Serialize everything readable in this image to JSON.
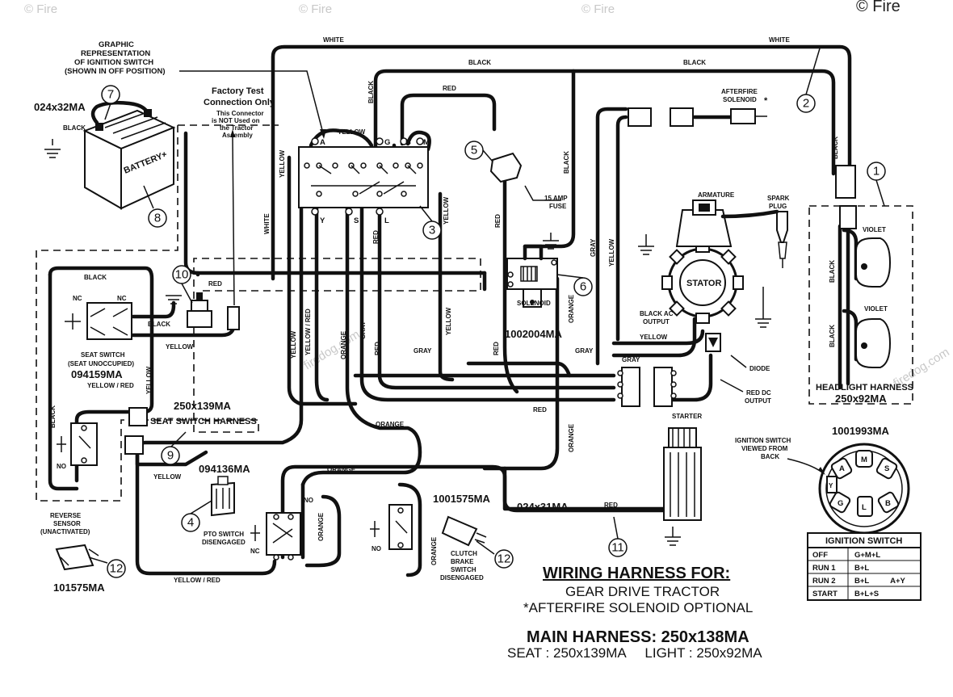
{
  "watermarks": {
    "w1": "© Fire",
    "w2": "© Fire",
    "w3": "© Fire",
    "copyright": "© Fire",
    "site1": "firedog.com",
    "site2": "firedog.com"
  },
  "title": {
    "heading": "WIRING HARNESS FOR:",
    "line1": "GEAR DRIVE TRACTOR",
    "line2": "*AFTERFIRE SOLENOID OPTIONAL",
    "main": "MAIN HARNESS: 250x138MA",
    "sub": "SEAT : 250x139MA     LIGHT : 250x92MA"
  },
  "callouts": {
    "c1": "1",
    "c2": "2",
    "c3": "3",
    "c4": "4",
    "c5": "5",
    "c6": "6",
    "c7": "7",
    "c8": "8",
    "c9": "9",
    "c10": "10",
    "c11": "11",
    "c12a": "12",
    "c12b": "12"
  },
  "parts": {
    "battery_pn": "024x32MA",
    "battery_label": "BATTERY",
    "solenoid_pn": "1002004MA",
    "solenoid_label": "SOLENOID",
    "seat_switch_pn": "094159MA",
    "seat_harness_pn": "250x139MA",
    "seat_harness_label": "SEAT SWITCH HARNESS",
    "pto_pn": "094136MA",
    "clutch_pn": "1001575MA",
    "reverse_pn": "101575MA",
    "cable_pn": "024x31MA",
    "headlight_pn": "250x92MA",
    "headlight_label": "HEADLIGHT HARNESS",
    "ignition_pn": "1001993MA"
  },
  "notes": {
    "graphic1": "GRAPHIC",
    "graphic2": "REPRESENTATION",
    "graphic3": "OF IGNITION SWITCH",
    "graphic4": "(SHOWN IN OFF POSITION)",
    "factory1": "Factory Test",
    "factory2": "Connection Only",
    "factory3": "This Connector",
    "factory4": "is NOT Used on",
    "factory5": "the Tractor",
    "factory6": "Assembly",
    "afterfire1": "AFTERFIRE",
    "afterfire2": "SOLENOID",
    "afterfire_star": "*",
    "fuse1": "15 AMP",
    "fuse2": "FUSE",
    "armature": "ARMATURE",
    "spark1": "SPARK",
    "spark2": "PLUG",
    "stator": "STATOR",
    "blackac1": "BLACK AC",
    "blackac2": "OUTPUT",
    "diode": "DIODE",
    "reddc1": "RED DC",
    "reddc2": "OUTPUT",
    "starter": "STARTER",
    "seat_sw1": "SEAT SWITCH",
    "seat_sw2": "(SEAT UNOCCUPIED)",
    "reverse1": "REVERSE",
    "reverse2": "SENSOR",
    "reverse3": "(UNACTIVATED)",
    "pto1": "PTO SWITCH",
    "pto2": "DISENGAGED",
    "clutch1": "CLUTCH",
    "clutch2": "BRAKE",
    "clutch3": "SWITCH",
    "clutch4": "DISENGAGED",
    "ign_view1": "IGNITION SWITCH",
    "ign_view2": "VIEWED FROM",
    "ign_view3": "BACK"
  },
  "ign_terminals": {
    "a": "A",
    "m": "M",
    "s": "S",
    "g": "G",
    "l": "L",
    "b": "B",
    "y": "Y"
  },
  "ign_sw_terms": {
    "a": "A",
    "g": "G",
    "b": "B",
    "m": "M",
    "y": "Y",
    "s": "S",
    "l": "L"
  },
  "switch_contacts": {
    "nc1": "NC",
    "nc2": "NC",
    "no_seat": "NO",
    "no_pto": "NO",
    "nc_pto": "NC",
    "no_clutch": "NO"
  },
  "wires": {
    "white_top": "WHITE",
    "white_right": "WHITE",
    "black_top1": "BLACK",
    "black_top2": "BLACK",
    "black_ign": "BLACK",
    "red_top": "RED",
    "yellow_ign": "YELLOW",
    "yellow_v1": "YELLOW",
    "white_v": "WHITE",
    "black_fuse": "BLACK",
    "red_v1": "RED",
    "red_v2": "RED",
    "gray_v1": "GRAY",
    "yellow_v2": "YELLOW",
    "black_seat": "BLACK",
    "black_seat2": "BLACK",
    "yellow_seat": "YELLOW",
    "yellow_red_seat": "YELLOW / RED",
    "yellow_v3": "YELLOW",
    "black_rev": "BLACK",
    "red_test": "RED",
    "yellow_red_v": "YELLOW / RED",
    "yellow_v4": "YELLOW",
    "orange_v1": "ORANGE",
    "gray_v2": "GRAY",
    "red_v3": "RED",
    "yellow_v5": "YELLOW",
    "red_v4": "RED",
    "orange_v2": "ORANGE",
    "gray_h1": "GRAY",
    "gray_h2": "GRAY",
    "gray_h3": "GRAY",
    "red_h": "RED",
    "orange_h1": "ORANGE",
    "orange_h2": "ORANGE",
    "orange_v3": "ORANGE",
    "yellow_bot": "YELLOW",
    "yellow_red_bot": "YELLOW / RED",
    "orange_v4": "ORANGE",
    "orange_v5": "ORANGE",
    "red_cable": "RED",
    "black_light": "BLACK",
    "violet1": "VIOLET",
    "violet2": "VIOLET",
    "black_l1": "BLACK",
    "black_l2": "BLACK",
    "yellow_ac": "YELLOW"
  },
  "ignition_table": {
    "title": "IGNITION SWITCH",
    "rows": [
      {
        "mode": "OFF",
        "connections": "G+M+L"
      },
      {
        "mode": "RUN 1",
        "connections": "B+L"
      },
      {
        "mode": "RUN 2",
        "connections": "B+L          A+Y"
      },
      {
        "mode": "START",
        "connections": "B+L+S"
      }
    ]
  }
}
